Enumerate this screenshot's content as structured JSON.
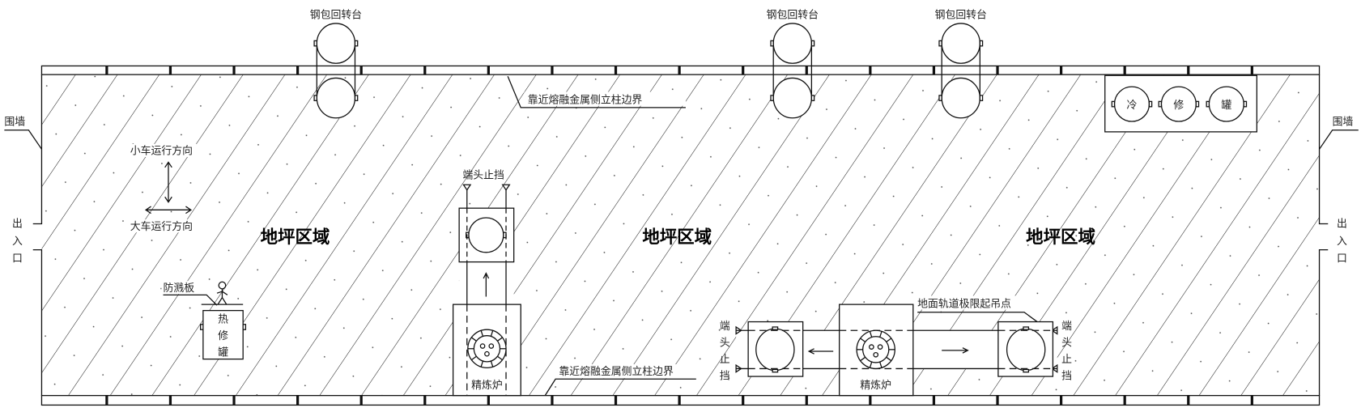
{
  "labels": {
    "ladle_turret": "钢包回转台",
    "column_boundary": "靠近熔融金属侧立柱边界",
    "wall": "围墙",
    "entrance": [
      "出",
      "入",
      "口"
    ],
    "trolley_direction": "小车运行方向",
    "crane_direction": "大车运行方向",
    "floor_area": "地坪区域",
    "end_stop": "端头止挡",
    "end_stop_chars": [
      "端",
      "头",
      "止",
      "挡"
    ],
    "splash_guard": "防溅板",
    "hot_repair_tank": [
      "热",
      "修",
      "罐"
    ],
    "cold_repair_tank": [
      "冷",
      "修",
      "罐"
    ],
    "refining_furnace": "精炼炉",
    "ground_track_limit": "地面轨道极限起吊点"
  },
  "colors": {
    "line": "#111111",
    "background": "#ffffff"
  }
}
